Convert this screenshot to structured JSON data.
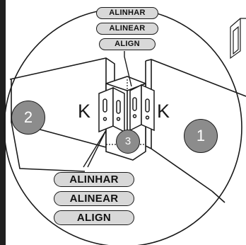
{
  "labels_top": {
    "line1": "ALINHAR",
    "line2": "ALINEAR",
    "line3": "ALIGN"
  },
  "labels_bottom": {
    "line1": "ALINHAR",
    "line2": "ALINEAR",
    "line3": "ALIGN"
  },
  "markers": {
    "left_k": "K",
    "right_k": "K"
  },
  "parts": {
    "panel_left": "2",
    "panel_right": "1",
    "center_block": "3"
  },
  "colors": {
    "badge_fill": "#8c8c8c",
    "pill_fill": "#d8d8d8",
    "line": "#1a1a1a"
  }
}
